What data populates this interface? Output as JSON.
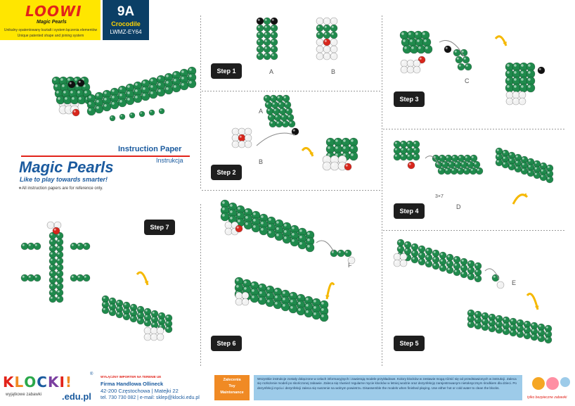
{
  "header": {
    "brand_logo": "LOOWI",
    "brand_product": "Magic Pearls",
    "brand_line1": "Unikalny opatentowany kształt i system łączenia elementów",
    "brand_line2": "Unique patented shape and joining system",
    "set_code": "9A",
    "set_name": "Crocodile",
    "set_sku": "LWMZ-EY64"
  },
  "intro": {
    "title_en": "Instruction Paper",
    "title_pl": "Instrukcja",
    "brand": "Magic Pearls",
    "tagline": "Like to play towards smarter!",
    "reference": "∗All instruction papers are for reference only."
  },
  "steps": {
    "s1": "Step 1",
    "s2": "Step 2",
    "s3": "Step 3",
    "s4": "Step 4",
    "s5": "Step 5",
    "s6": "Step 6",
    "s7": "Step 7"
  },
  "part_labels": {
    "a1": "A",
    "b1": "B",
    "a2": "A",
    "b2": "B",
    "c": "C",
    "d": "D",
    "d_count": "3×7",
    "e": "E",
    "f": "F"
  },
  "footer": {
    "klocki_letters": [
      "K",
      "L",
      "O",
      "C",
      "K",
      "I",
      "!"
    ],
    "klocki_colors": [
      "#e2231a",
      "#f08a24",
      "#2aa84a",
      "#1a5a9e",
      "#7b3fa0",
      "#e2231a",
      "#f08a24"
    ],
    "reg": "®",
    "klocki_sub": "wyjątkowe zabawki",
    "edu": ".edu.pl",
    "distributor": "WYŁĄCZNY IMPORTER NA TERENIE UE",
    "firm": "Firma Handlowa Ollineck",
    "address": "42-200 Częstochowa | Matejki 22",
    "contact": "tel. 730 730 082 | e-mail: sklep@klocki.edu.pl",
    "zalecenia_l1": "Zalecenia",
    "zalecenia_l2": "Toy",
    "zalecenia_l3": "Maintenance",
    "notice_pl": "Wszystkie instrukcje zostały dołączone w celach informacyjnych i zawierają modele przykładowe. Kolory klocków w zestawie mogą różnić się od przedstawionych w instrukcji. Zaleca się rozłożenie modeli po skończonej zabawie. Zaleca się również regularne mycie klocków w letniej wodzie oraz dezynfekcję zarejestrowanym nietoksycznym środkiem dla dzieci. Po dezynfekcji myciu i dezynfekcji zaleca się suszenie na wolnym powietrzu.",
    "notice_en": "Disassemble the models when finished playing. Use either hot or cold water to clean the blocks.",
    "safe_label": "tylko bezpieczne zabawki"
  },
  "colors": {
    "pearl_green": "#1f8a4c",
    "pearl_dark": "#111111",
    "pearl_red": "#d8261c",
    "pearl_white": "#f2f2f2",
    "accent_blue": "#1a5a9e",
    "arrow_yellow": "#f5b800"
  }
}
